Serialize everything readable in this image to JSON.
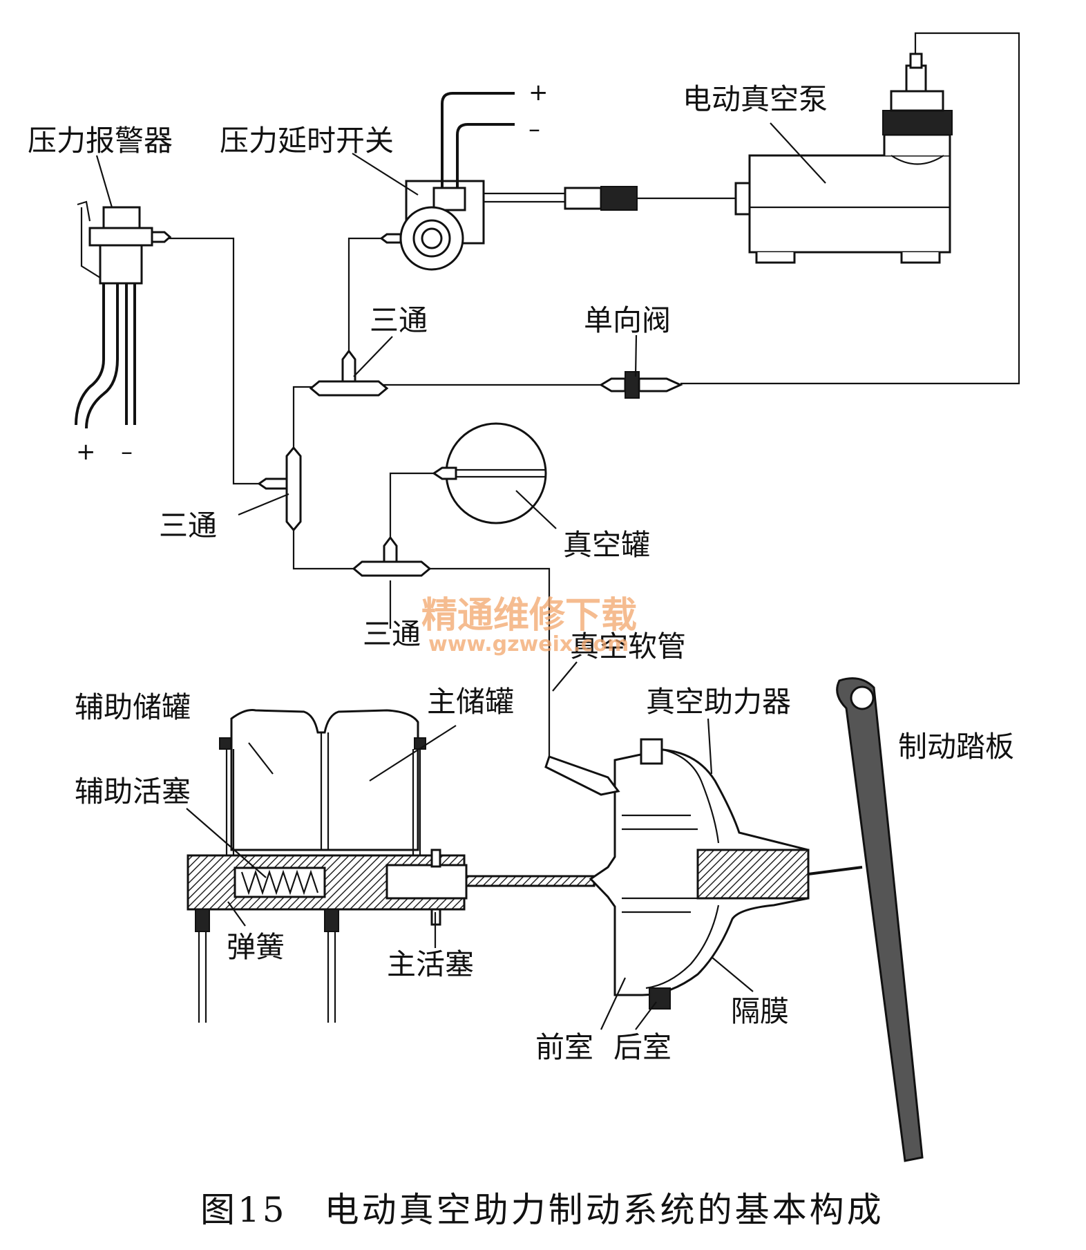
{
  "labels": {
    "pressure_alarm": "压力报警器",
    "pressure_delay_switch": "压力延时开关",
    "electric_vacuum_pump": "电动真空泵",
    "tee_upper": "三通",
    "check_valve": "单向阀",
    "tee_left": "三通",
    "vacuum_tank": "真空罐",
    "tee_lower": "三通",
    "vacuum_hose": "真空软管",
    "aux_reservoir": "辅助储罐",
    "main_reservoir": "主储罐",
    "vacuum_booster": "真空助力器",
    "brake_pedal": "制动踏板",
    "aux_piston": "辅助活塞",
    "spring": "弹簧",
    "main_piston": "主活塞",
    "diaphragm": "隔膜",
    "front_chamber": "前室",
    "rear_chamber": "后室"
  },
  "signs": {
    "switch_plus": "+",
    "switch_minus": "–",
    "alarm_plus": "+",
    "alarm_minus": "–"
  },
  "watermark": {
    "line1": "精通维修下载",
    "line2": "www.gzweix.com"
  },
  "caption": "图15　电动真空助力制动系统的基本构成"
}
